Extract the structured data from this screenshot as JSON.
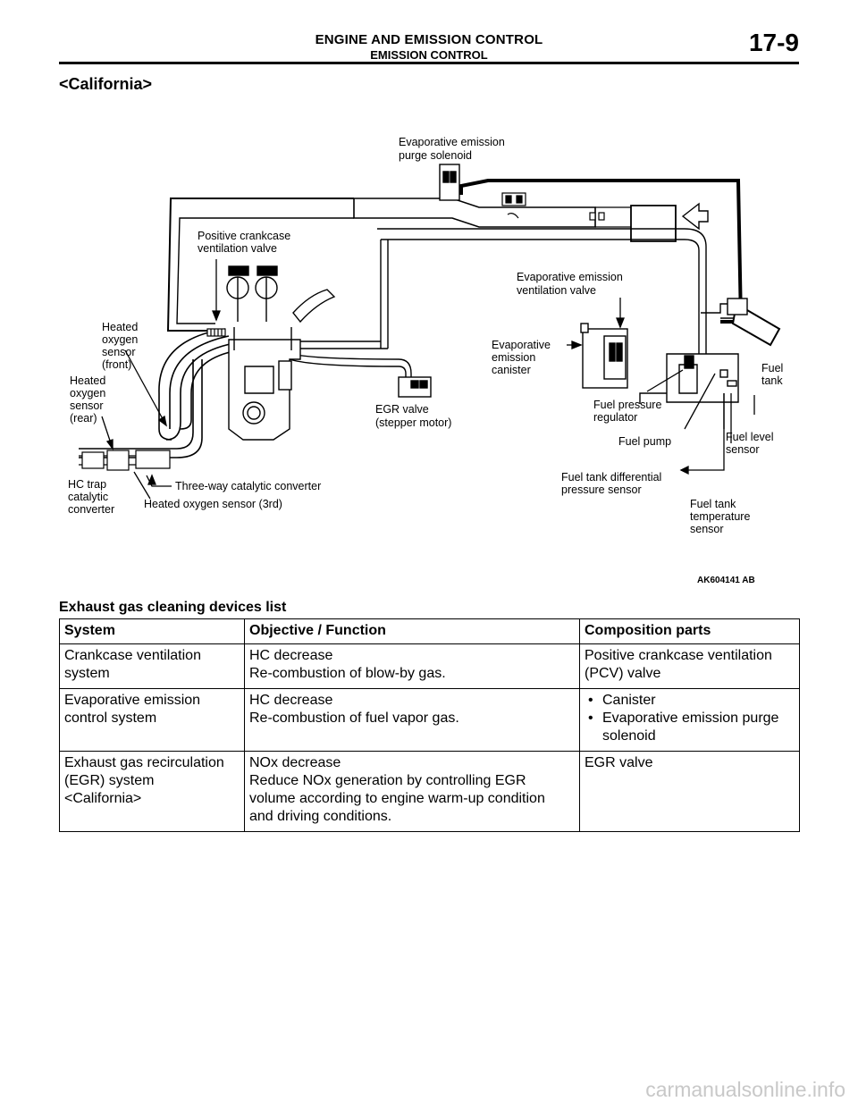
{
  "header": {
    "title": "ENGINE AND EMISSION CONTROL",
    "subtitle": "EMISSION CONTROL",
    "page_number": "17-9"
  },
  "section_title": "<California>",
  "diagram": {
    "figure_id": "AK604141 AB",
    "labels": {
      "purge_solenoid_1": "Evaporative emission",
      "purge_solenoid_2": "purge solenoid",
      "pcv_1": "Positive crankcase",
      "pcv_2": "ventilation valve",
      "vent_valve_1": "Evaporative emission",
      "vent_valve_2": "ventilation valve",
      "ho2_front_1": "Heated",
      "ho2_front_2": "oxygen",
      "ho2_front_3": "sensor",
      "ho2_front_4": "(front)",
      "ho2_rear_1": "Heated",
      "ho2_rear_2": "oxygen",
      "ho2_rear_3": "sensor",
      "ho2_rear_4": "(rear)",
      "canister_1": "Evaporative",
      "canister_2": "emission",
      "canister_3": "canister",
      "fuel_tank_1": "Fuel",
      "fuel_tank_2": "tank",
      "fuel_pressure_1": "Fuel pressure",
      "fuel_pressure_2": "regulator",
      "egr_1": "EGR valve",
      "egr_2": "(stepper motor)",
      "fuel_pump": "Fuel pump",
      "fuel_level_1": "Fuel level",
      "fuel_level_2": "sensor",
      "hc_trap_1": "HC trap",
      "hc_trap_2": "catalytic",
      "hc_trap_3": "converter",
      "three_way": "Three-way catalytic converter",
      "ho2_3rd": "Heated oxygen sensor (3rd)",
      "diff_pressure_1": "Fuel tank differential",
      "diff_pressure_2": "pressure sensor",
      "tank_temp_1": "Fuel tank",
      "tank_temp_2": "temperature",
      "tank_temp_3": "sensor"
    }
  },
  "list_title": "Exhaust gas cleaning devices list",
  "table": {
    "headers": [
      "System",
      "Objective / Function",
      "Composition parts"
    ],
    "rows": [
      {
        "system": "Crankcase ventilation\nsystem",
        "objective": "HC decrease\nRe-combustion of blow-by gas.",
        "parts": "Positive crankcase ventilation\n(PCV) valve"
      },
      {
        "system": "Evaporative emission\ncontrol system",
        "objective": "HC decrease\nRe-combustion of fuel vapor gas.",
        "parts_list": [
          "Canister",
          "Evaporative emission purge solenoid"
        ]
      },
      {
        "system": "Exhaust gas recirculation\n(EGR) system\n<California>",
        "objective": "NOx decrease\nReduce NOx generation by controlling EGR\nvolume according to engine warm-up condition\nand driving conditions.",
        "parts": "EGR valve"
      }
    ]
  },
  "watermark": "carmanualsonline.info"
}
